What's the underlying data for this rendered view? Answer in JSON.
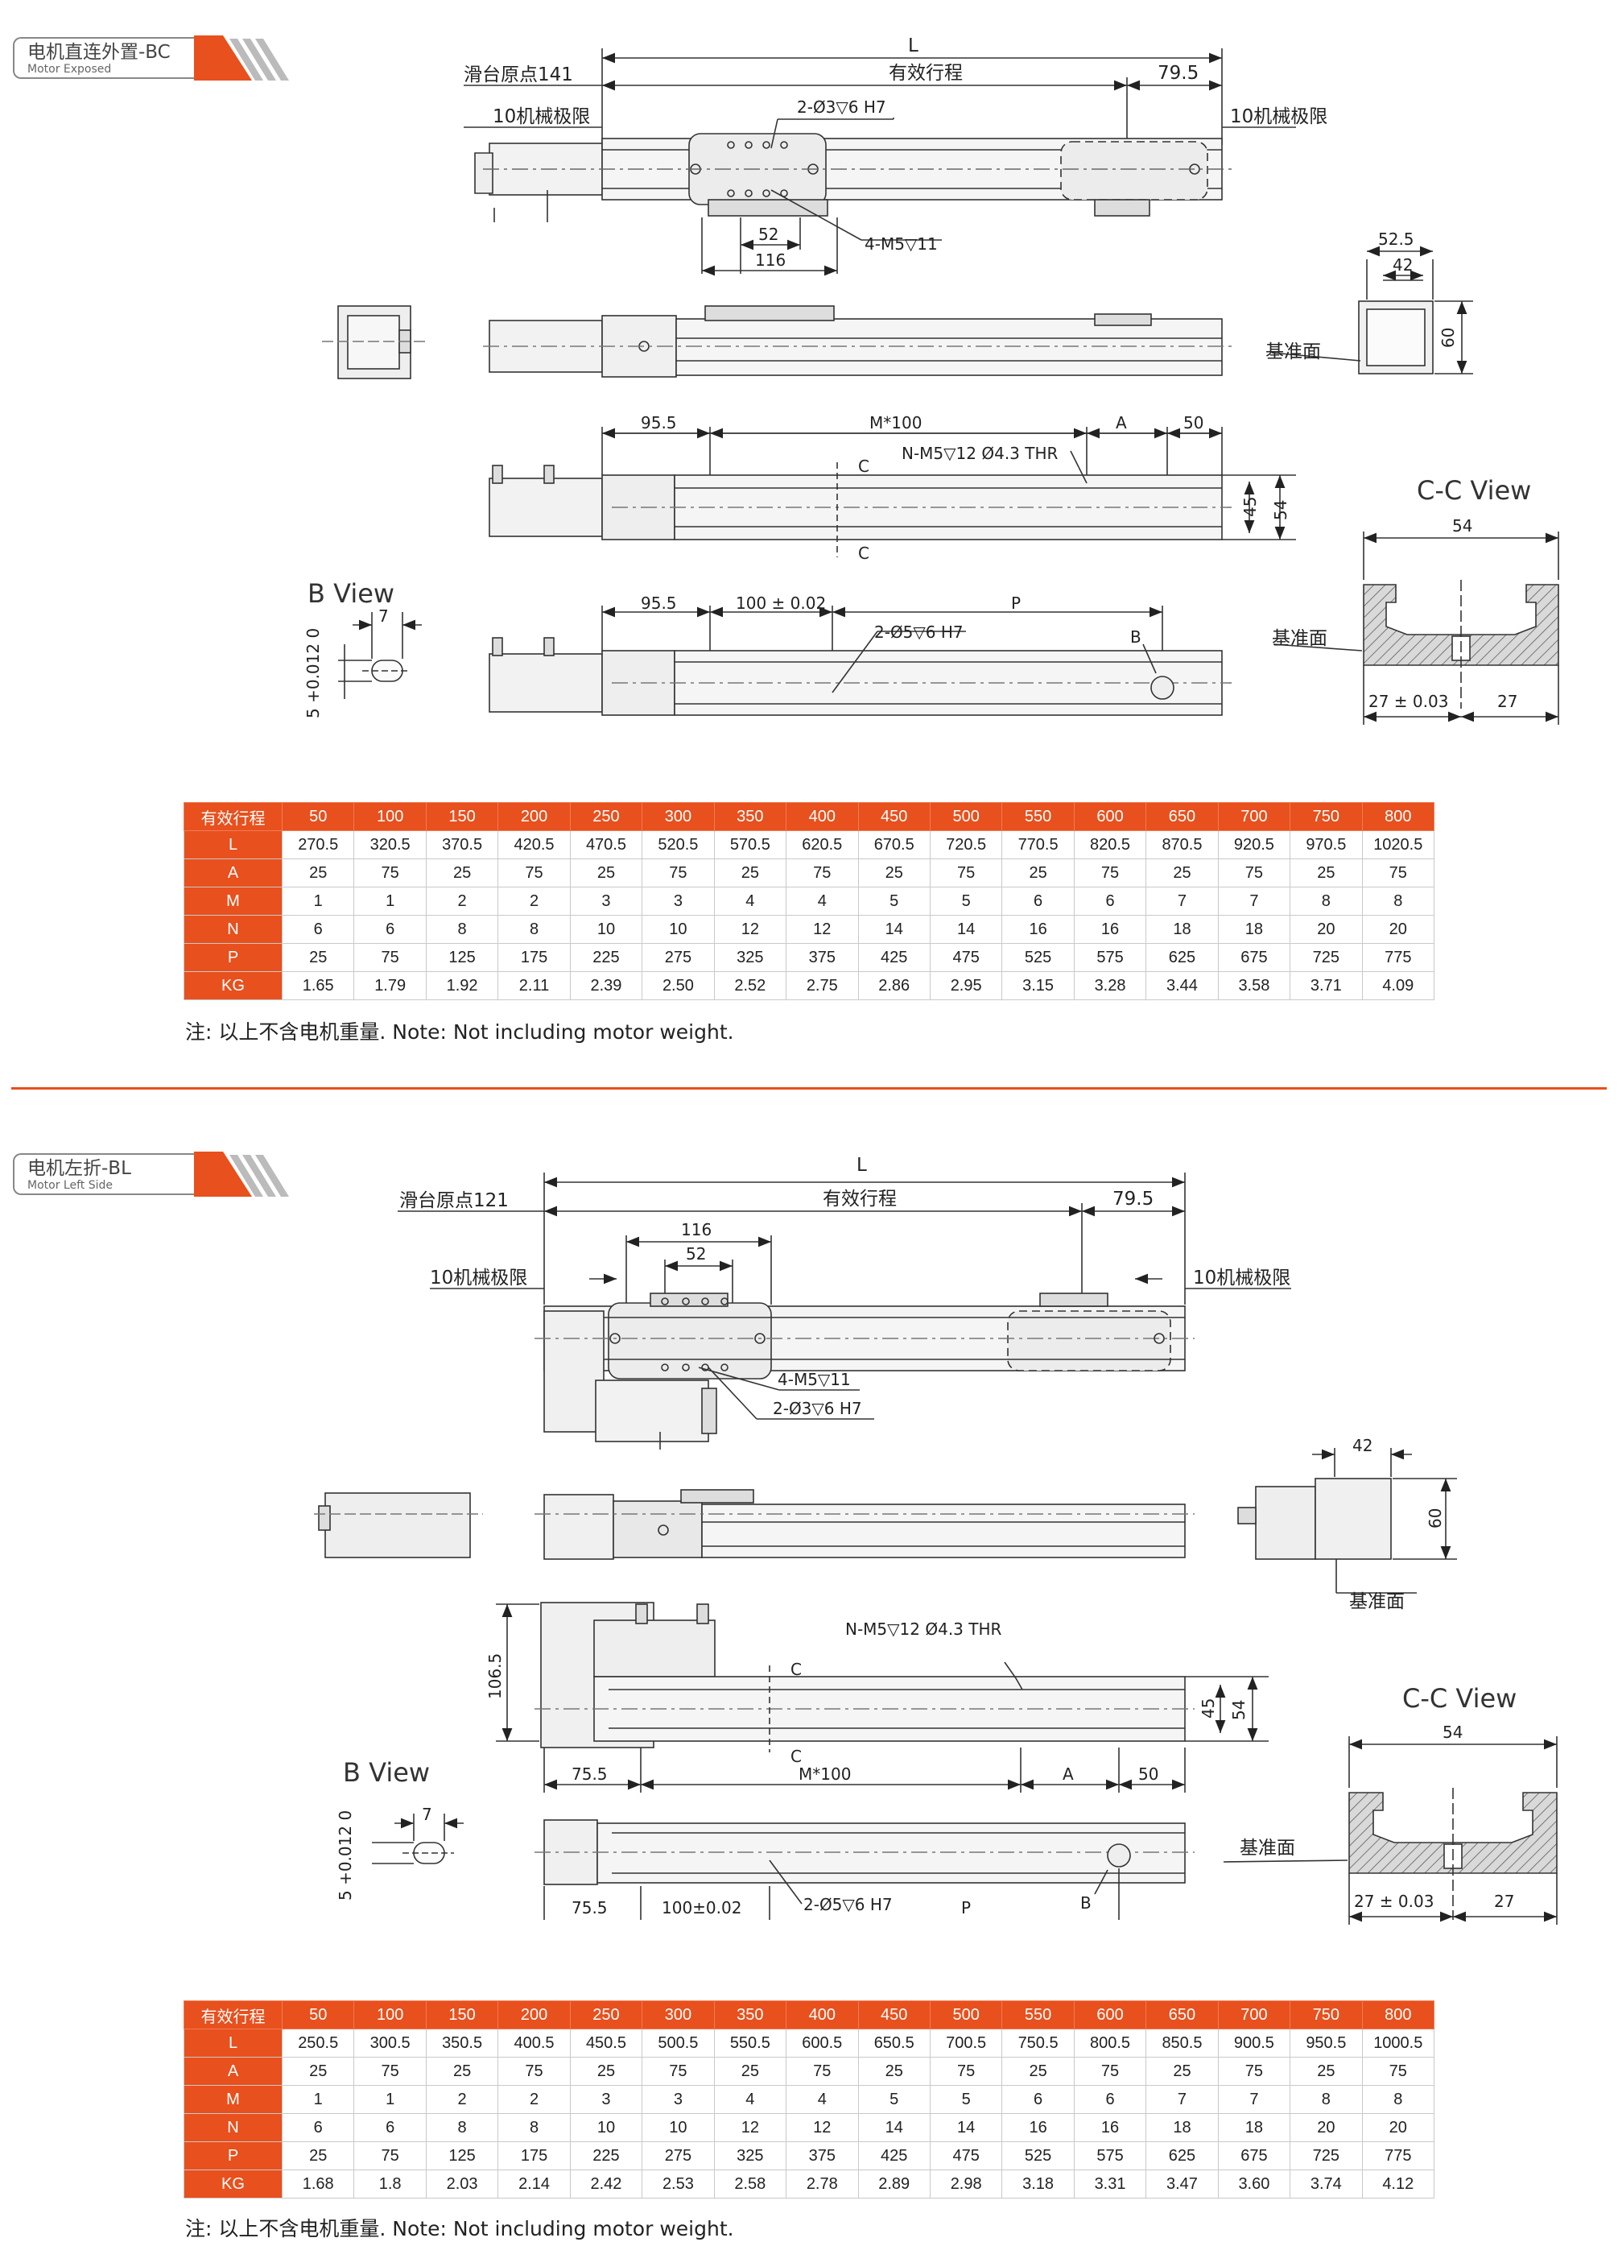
{
  "section1": {
    "title": "电机直连外置-BC",
    "subtitle": "Motor Exposed",
    "labels": {
      "L": "L",
      "origin": "滑台原点141",
      "stroke": "有效行程",
      "d795": "79.5",
      "limit_left": "10机械极限",
      "limit_right": "10机械极限",
      "pin": "2-Ø3▽6 H7",
      "d52": "52",
      "d116": "116",
      "m5": "4-M5▽11",
      "d525": "52.5",
      "d42": "42",
      "d60": "60",
      "datum": "基准面",
      "d955a": "95.5",
      "m100": "M*100",
      "A": "A",
      "d50": "50",
      "c_top": "C",
      "c_bot": "C",
      "thr": "N-M5▽12 Ø4.3 THR",
      "d45": "45",
      "d54": "54",
      "ccview": "C-C View",
      "cc54": "54",
      "bview": "B View",
      "b7": "7",
      "btol": "5 +0.012 0",
      "d955b": "95.5",
      "d100": "100 ± 0.02",
      "P": "P",
      "pin2": "2-Ø5▽6 H7",
      "B": "B",
      "datum2": "基准面",
      "cc27a": "27 ± 0.03",
      "cc27b": "27"
    },
    "table": {
      "rows": [
        {
          "h": "有效行程",
          "v": [
            "50",
            "100",
            "150",
            "200",
            "250",
            "300",
            "350",
            "400",
            "450",
            "500",
            "550",
            "600",
            "650",
            "700",
            "750",
            "800"
          ]
        },
        {
          "h": "L",
          "v": [
            "270.5",
            "320.5",
            "370.5",
            "420.5",
            "470.5",
            "520.5",
            "570.5",
            "620.5",
            "670.5",
            "720.5",
            "770.5",
            "820.5",
            "870.5",
            "920.5",
            "970.5",
            "1020.5"
          ]
        },
        {
          "h": "A",
          "v": [
            "25",
            "75",
            "25",
            "75",
            "25",
            "75",
            "25",
            "75",
            "25",
            "75",
            "25",
            "75",
            "25",
            "75",
            "25",
            "75"
          ]
        },
        {
          "h": "M",
          "v": [
            "1",
            "1",
            "2",
            "2",
            "3",
            "3",
            "4",
            "4",
            "5",
            "5",
            "6",
            "6",
            "7",
            "7",
            "8",
            "8"
          ]
        },
        {
          "h": "N",
          "v": [
            "6",
            "6",
            "8",
            "8",
            "10",
            "10",
            "12",
            "12",
            "14",
            "14",
            "16",
            "16",
            "18",
            "18",
            "20",
            "20"
          ]
        },
        {
          "h": "P",
          "v": [
            "25",
            "75",
            "125",
            "175",
            "225",
            "275",
            "325",
            "375",
            "425",
            "475",
            "525",
            "575",
            "625",
            "675",
            "725",
            "775"
          ]
        },
        {
          "h": "KG",
          "v": [
            "1.65",
            "1.79",
            "1.92",
            "2.11",
            "2.39",
            "2.50",
            "2.52",
            "2.75",
            "2.86",
            "2.95",
            "3.15",
            "3.28",
            "3.44",
            "3.58",
            "3.71",
            "4.09"
          ]
        }
      ]
    },
    "note": "注: 以上不含电机重量. Note: Not including motor weight."
  },
  "section2": {
    "title": "电机左折-BL",
    "subtitle": "Motor Left Side",
    "labels": {
      "L": "L",
      "origin": "滑台原点121",
      "stroke": "有效行程",
      "d795": "79.5",
      "d116": "116",
      "d52": "52",
      "limit_left": "10机械极限",
      "limit_right": "10机械极限",
      "m5": "4-M5▽11",
      "pin": "2-Ø3▽6 H7",
      "d42": "42",
      "d60": "60",
      "datum": "基准面",
      "thr": "N-M5▽12 Ø4.3 THR",
      "d1065": "106.5",
      "c_top": "C",
      "c_bot": "C",
      "d45": "45",
      "d54": "54",
      "ccview": "C-C View",
      "cc54": "54",
      "bview": "B View",
      "d755a": "75.5",
      "m100": "M*100",
      "A": "A",
      "d50": "50",
      "b7": "7",
      "btol": "5 +0.012 0",
      "datum2": "基准面",
      "d755b": "75.5",
      "d100": "100±0.02",
      "pin2": "2-Ø5▽6 H7",
      "P": "P",
      "B": "B",
      "cc27a": "27 ± 0.03",
      "cc27b": "27"
    },
    "table": {
      "rows": [
        {
          "h": "有效行程",
          "v": [
            "50",
            "100",
            "150",
            "200",
            "250",
            "300",
            "350",
            "400",
            "450",
            "500",
            "550",
            "600",
            "650",
            "700",
            "750",
            "800"
          ]
        },
        {
          "h": "L",
          "v": [
            "250.5",
            "300.5",
            "350.5",
            "400.5",
            "450.5",
            "500.5",
            "550.5",
            "600.5",
            "650.5",
            "700.5",
            "750.5",
            "800.5",
            "850.5",
            "900.5",
            "950.5",
            "1000.5"
          ]
        },
        {
          "h": "A",
          "v": [
            "25",
            "75",
            "25",
            "75",
            "25",
            "75",
            "25",
            "75",
            "25",
            "75",
            "25",
            "75",
            "25",
            "75",
            "25",
            "75"
          ]
        },
        {
          "h": "M",
          "v": [
            "1",
            "1",
            "2",
            "2",
            "3",
            "3",
            "4",
            "4",
            "5",
            "5",
            "6",
            "6",
            "7",
            "7",
            "8",
            "8"
          ]
        },
        {
          "h": "N",
          "v": [
            "6",
            "6",
            "8",
            "8",
            "10",
            "10",
            "12",
            "12",
            "14",
            "14",
            "16",
            "16",
            "18",
            "18",
            "20",
            "20"
          ]
        },
        {
          "h": "P",
          "v": [
            "25",
            "75",
            "125",
            "175",
            "225",
            "275",
            "325",
            "375",
            "425",
            "475",
            "525",
            "575",
            "625",
            "675",
            "725",
            "775"
          ]
        },
        {
          "h": "KG",
          "v": [
            "1.68",
            "1.8",
            "2.03",
            "2.14",
            "2.42",
            "2.53",
            "2.58",
            "2.78",
            "2.89",
            "2.98",
            "3.18",
            "3.31",
            "3.47",
            "3.60",
            "3.74",
            "4.12"
          ]
        }
      ]
    },
    "note": "注: 以上不含电机重量. Note: Not including motor weight."
  }
}
